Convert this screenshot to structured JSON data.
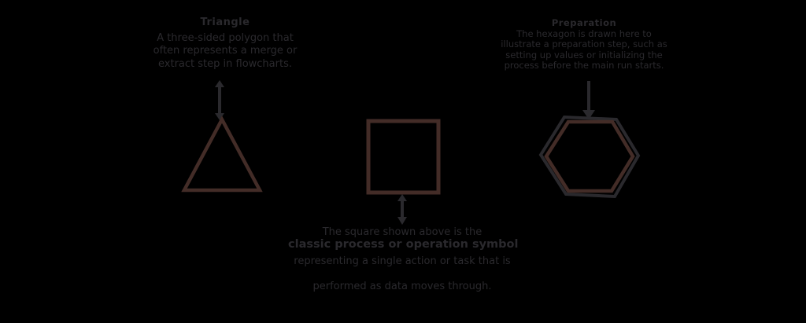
{
  "colors": {
    "background": "#000000",
    "text": "#2a292d",
    "connector": "#2a292d",
    "shape_stroke": "#432c27"
  },
  "labels": {
    "triangle": {
      "title": "Triangle",
      "lines": [
        "A three-sided polygon that",
        "often represents a merge or",
        "extract step in flowcharts."
      ]
    },
    "square": {
      "intro": "The square shown above is the",
      "title": "classic process or operation symbol",
      "lines": [
        "representing a single action or task that is",
        "performed as data moves through."
      ]
    },
    "hexagon": {
      "title": "Preparation",
      "lines": [
        "The hexagon is drawn here to",
        "illustrate a preparation step, such as",
        "setting up values or initializing the",
        "process before the main run starts."
      ]
    }
  },
  "shapes": [
    {
      "name": "triangle",
      "outline": "maroon sketch stroke"
    },
    {
      "name": "square",
      "outline": "maroon sketch stroke"
    },
    {
      "name": "hexagon",
      "outline": "maroon sketch stroke with gray under-stroke"
    }
  ]
}
